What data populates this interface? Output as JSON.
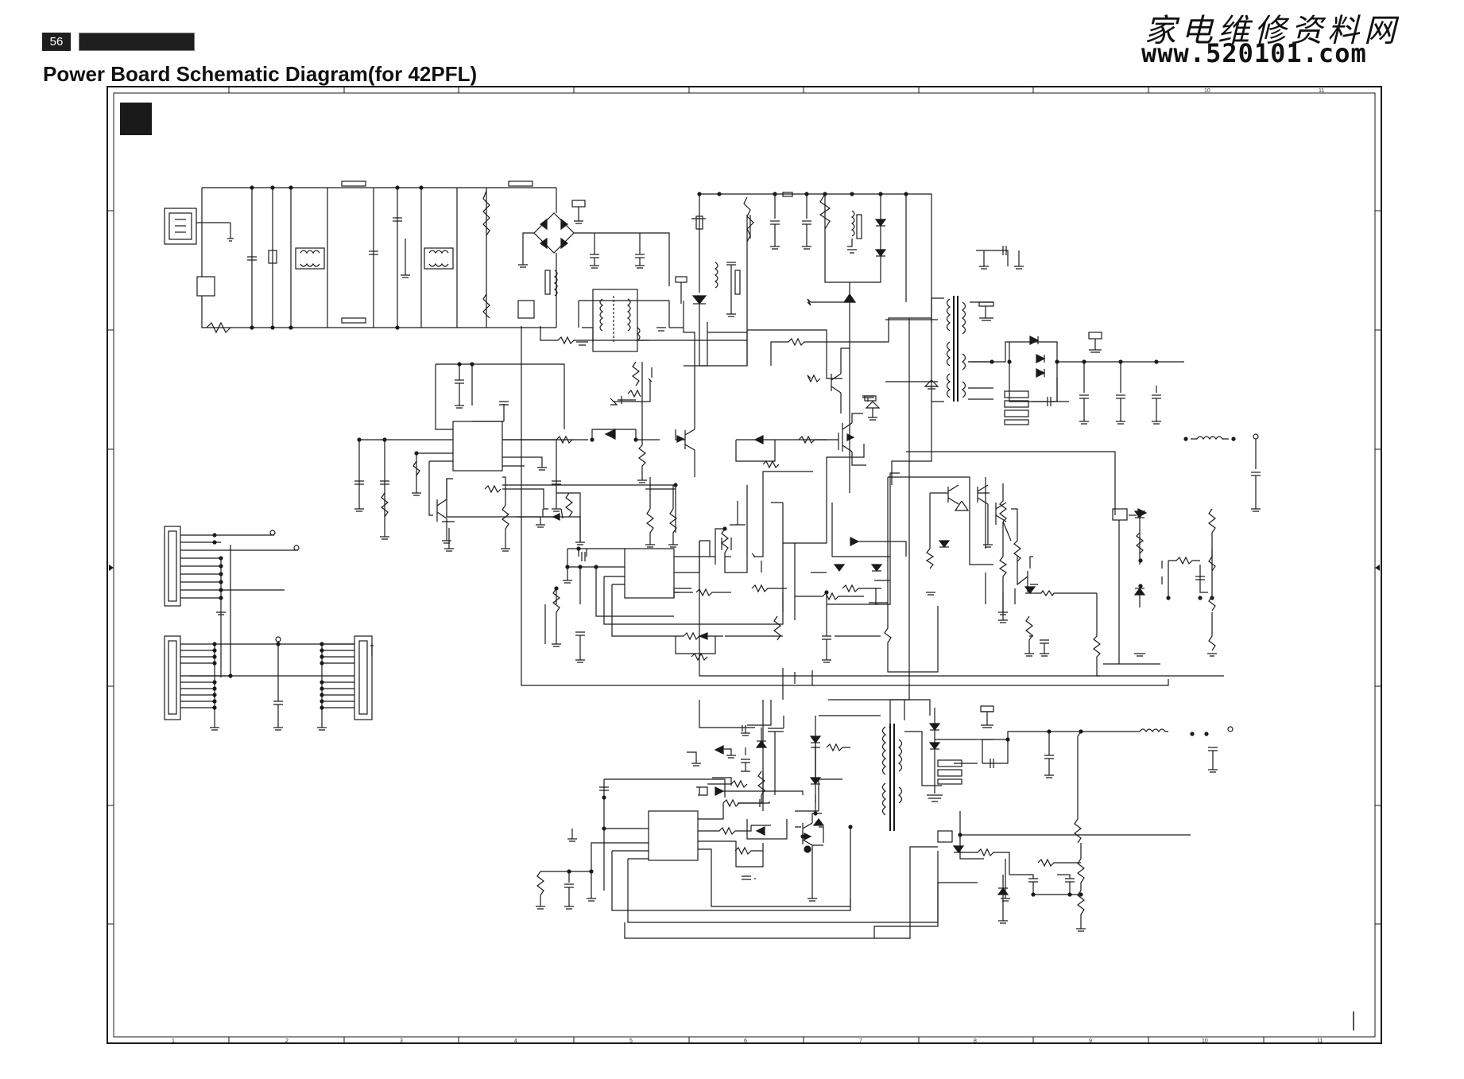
{
  "page_number": "56",
  "title": "Power Board Schematic Diagram(for 42PFL)",
  "watermark": {
    "cn": "家电维修资料网",
    "url": "www.520101.com"
  },
  "grid_top_labels": [
    "10",
    "11"
  ],
  "grid_bottom_labels": [
    "1",
    "2",
    "3",
    "4",
    "5",
    "6",
    "7",
    "8",
    "9",
    "10",
    "11"
  ],
  "colors": {
    "ink": "#1a1a1a",
    "paper": "#ffffff"
  }
}
